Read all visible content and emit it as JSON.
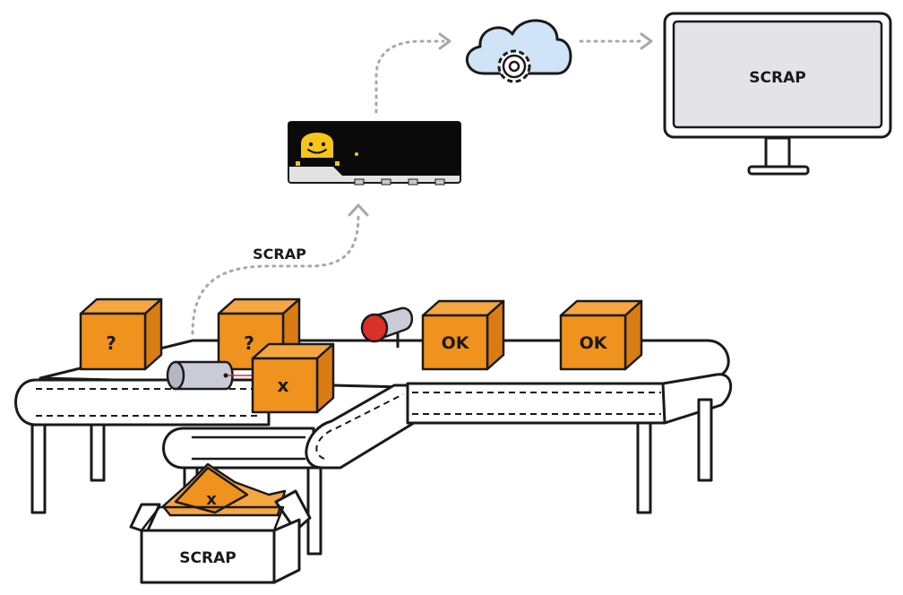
{
  "monitor": {
    "label": "SCRAP"
  },
  "flow": {
    "label": "SCRAP"
  },
  "boxes": [
    {
      "label": "?"
    },
    {
      "label": "?"
    },
    {
      "label": "x"
    },
    {
      "label": "OK"
    },
    {
      "label": "OK"
    }
  ],
  "scrap_bin": {
    "label": "SCRAP",
    "reject_mark": "x"
  },
  "colors": {
    "box_orange": "#f0921e",
    "sensor_red": "#d9302a",
    "screen_gray": "#e4e4e8",
    "cloud_blue": "#cfe4f6",
    "gateway_black": "#0a0a0a",
    "gateway_accent": "#f5c518",
    "flow_gray": "#a8a8a8"
  },
  "icons": [
    "cloud-gear-icon",
    "smiley-icon",
    "monitor-icon",
    "laser-sensor-icon",
    "photoelectric-sensor-icon"
  ]
}
